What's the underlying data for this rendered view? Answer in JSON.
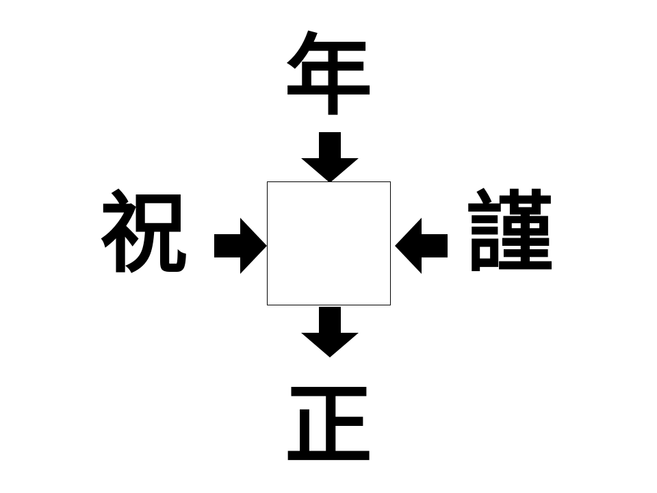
{
  "puzzle": {
    "top_kanji": "年",
    "left_kanji": "祝",
    "right_kanji": "謹",
    "bottom_kanji": "正",
    "answer": ""
  },
  "colors": {
    "ink": "#000000",
    "background": "#ffffff"
  },
  "icons": {
    "arrow_top": "arrow-down-icon",
    "arrow_left": "arrow-right-icon",
    "arrow_right": "arrow-left-icon",
    "arrow_bottom": "arrow-down-icon"
  }
}
